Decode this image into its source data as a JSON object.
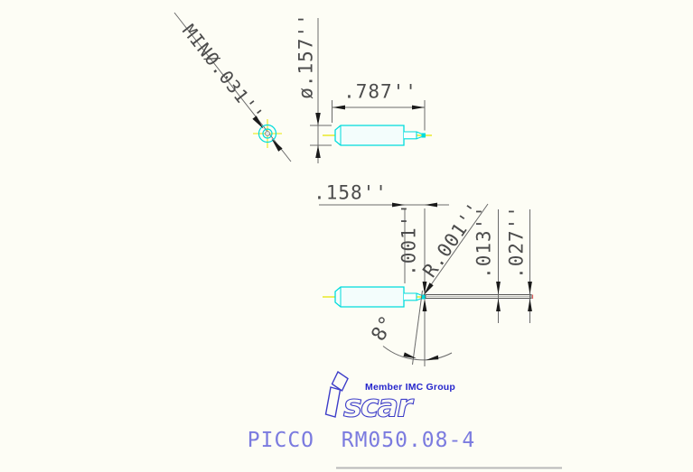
{
  "drawing": {
    "title": "PICCO  RM050.08-4",
    "logo": {
      "brand": "iscar",
      "wordmark_tail": "scar",
      "member_text": "Member IMC Group"
    },
    "dims": {
      "min_bore": "MINØ.031''",
      "shank_dia": "ø.157''",
      "overall_length": ".787''",
      "head_length": ".158''",
      "tip_offset": ".001''",
      "corner_radius": "R.001''",
      "blade_width_inner": ".013''",
      "blade_width_outer": ".027''",
      "flank_angle": "8°"
    },
    "colors": {
      "background": "#fdfdf5",
      "tool_outline": "#00dcdc",
      "centerline_yellow": "#e6e600",
      "dimension_gray": "#4c4c4c",
      "arrow_black": "#1a1a1a",
      "logo_blue": "#3c3cc8",
      "title_blue": "#7b7bdf",
      "blade_end_red": "#e06060"
    }
  }
}
